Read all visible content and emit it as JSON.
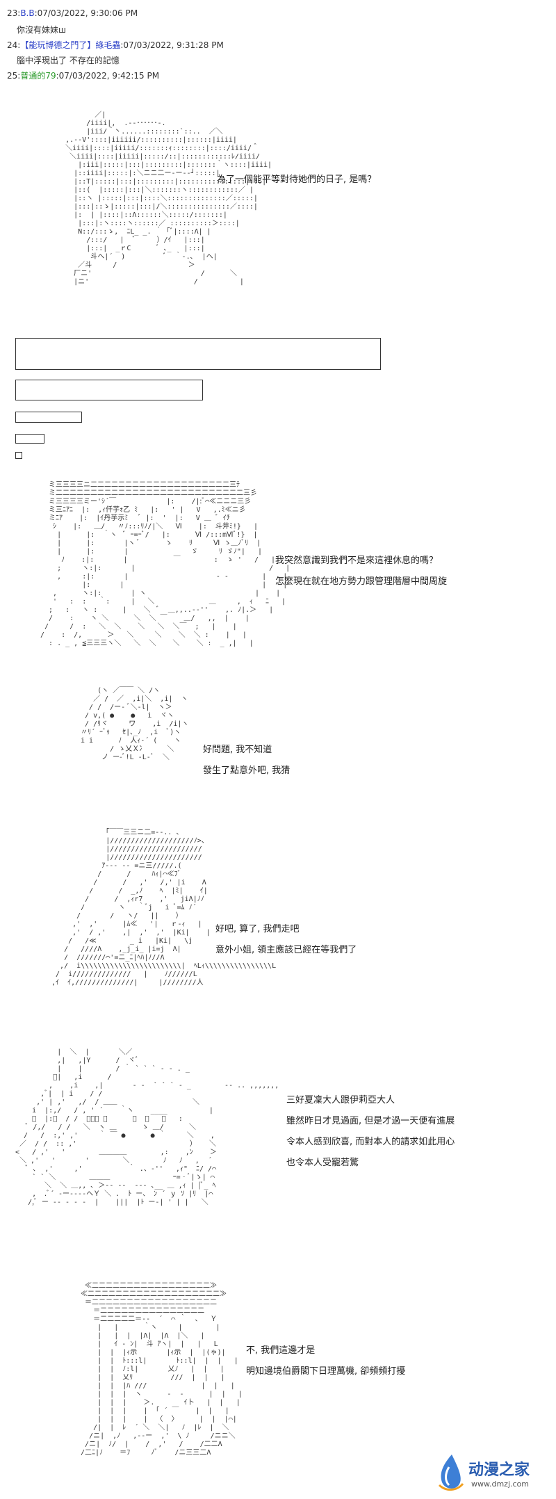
{
  "posts": [
    {
      "number": "23:",
      "name": "B.B",
      "date": ":07/03/2022, 9:30:06 PM",
      "text": "你沒有妹妹ш"
    },
    {
      "number": "24:",
      "name": "【能玩博德之門了】綠毛蟲",
      "date": ":07/03/2022, 9:31:28 PM",
      "text": "腦中浮現出了 不存在的記憶"
    },
    {
      "number": "25:",
      "name": "普通的79",
      "date": ":07/03/2022, 9:42:15 PM"
    }
  ],
  "scenes": [
    {
      "lines": [
        "為了一個能平等對待她們的日子, 是嗎？"
      ]
    },
    {
      "lines": [
        "我突然意識到我們不是來這裡休息的嗎？",
        "怎麼現在就在地方勢力跟管理階層中間周旋"
      ]
    },
    {
      "lines": [
        "好問題, 我不知道",
        "發生了點意外吧, 我猜"
      ]
    },
    {
      "lines": [
        "好吧, 算了, 我們走吧",
        "意外小姐, 領主應該已經在等我們了"
      ]
    },
    {
      "lines": [
        "三好夏凜大人跟伊莉亞大人",
        "雖然昨日才見過面, 但是才過一天便有進展",
        "令本人感到欣喜, 而對本人的請求如此用心",
        "也令本人受寵若驚"
      ]
    },
    {
      "lines": [
        "不, 我們這邊才是",
        "明知邊境伯爵閣下日理萬機, 卻頻頻打擾"
      ]
    }
  ],
  "watermark": {
    "title": "动漫之家",
    "url": "www.dmzj.com"
  },
  "colors": {
    "link": "#2a3fc7",
    "green_name": "#2a9a2a",
    "watermark": "#2a5db0"
  }
}
